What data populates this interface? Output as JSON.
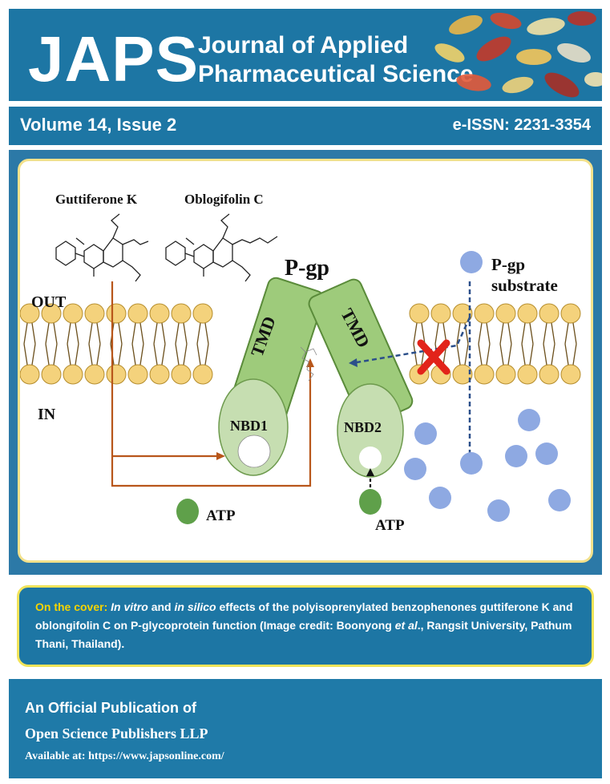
{
  "header": {
    "logo_text": "JAPS",
    "journal_line1": "Journal of Applied",
    "journal_line2": "Pharmaceutical Science"
  },
  "issue": {
    "volume": "Volume 14, Issue 2",
    "issn": "e-ISSN: 2231-3354"
  },
  "figure": {
    "compound1": "Guttiferone K",
    "compound2": "Oblogifolin C",
    "protein": "P-gp",
    "out_label": "OUT",
    "in_label": "IN",
    "tmd_left": "TMD",
    "tmd_right": "TMD",
    "nbd1": "NBD1",
    "nbd2": "NBD2",
    "atp_left": "ATP",
    "atp_right": "ATP",
    "substrate_line1": "P-gp",
    "substrate_line2": "substrate",
    "colors": {
      "lipid_head": "#f4d27c",
      "protein_green": "#9ecb7b",
      "nbd_green": "#c6deb1",
      "atp_green": "#5fa04a",
      "substrate_blue": "#8ea9e2",
      "arrow_orange": "#b8561a",
      "inhibit_red": "#e2231a",
      "dashed_blue": "#2b4f8a"
    }
  },
  "caption": {
    "lead": "On the cover:",
    "in_vitro": "In vitro",
    "and1": " and ",
    "in_silico": "in silico",
    "body1": " effects of the polyisoprenylated benzophenones guttiferone K and oblongifolin C on P-glycoprotein function (Image credit: Boonyong ",
    "etal": "et al",
    "body2": "., Rangsit University, Pathum Thani, Thailand)."
  },
  "footer": {
    "line1": "An Official Publication of",
    "line2": "Open Science Publishers LLP",
    "line3": "Available at: https://www.japsonline.com/"
  }
}
